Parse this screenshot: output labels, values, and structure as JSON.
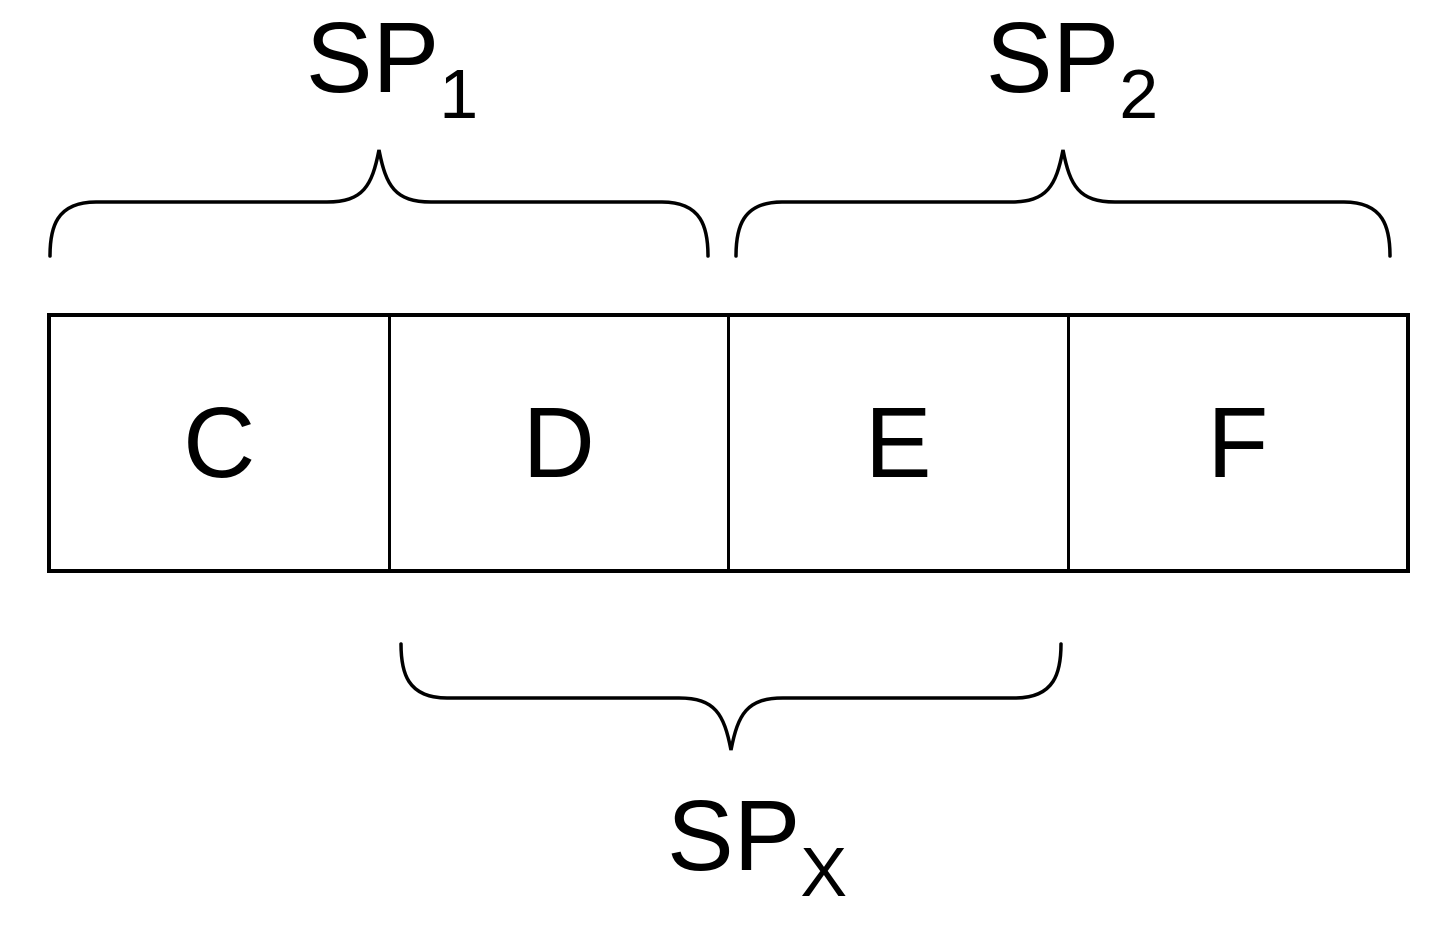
{
  "diagram": {
    "background": "#ffffff",
    "line_color": "#000000",
    "text_color": "#000000",
    "cells": [
      {
        "label": "C"
      },
      {
        "label": "D"
      },
      {
        "label": "E"
      },
      {
        "label": "F"
      }
    ],
    "labels": {
      "sp1": {
        "base": "SP",
        "sub": "1"
      },
      "sp2": {
        "base": "SP",
        "sub": "2"
      },
      "spx": {
        "base": "SP",
        "sub": "X"
      }
    },
    "braces": [
      {
        "label": "SP1",
        "position": "top",
        "covers": [
          "C",
          "D"
        ]
      },
      {
        "label": "SP2",
        "position": "top",
        "covers": [
          "E",
          "F"
        ]
      },
      {
        "label": "SPX",
        "position": "bottom",
        "covers": [
          "D",
          "E"
        ]
      }
    ]
  }
}
